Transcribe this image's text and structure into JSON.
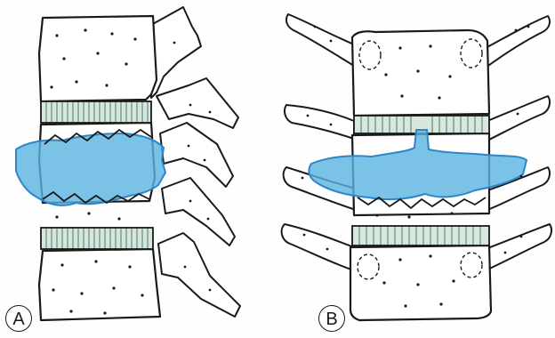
{
  "panels": [
    {
      "id": "a",
      "label": "A",
      "view": "lateral"
    },
    {
      "id": "b",
      "label": "B",
      "view": "posterior"
    }
  ],
  "colors": {
    "ink": "#1a1a1a",
    "disc_fill": "#d7e7dd",
    "disc_stripe": "#4a7a64",
    "highlight_fill": "#5ab4e0",
    "highlight_edge": "#2e86c8",
    "paper": "#fefefe"
  }
}
